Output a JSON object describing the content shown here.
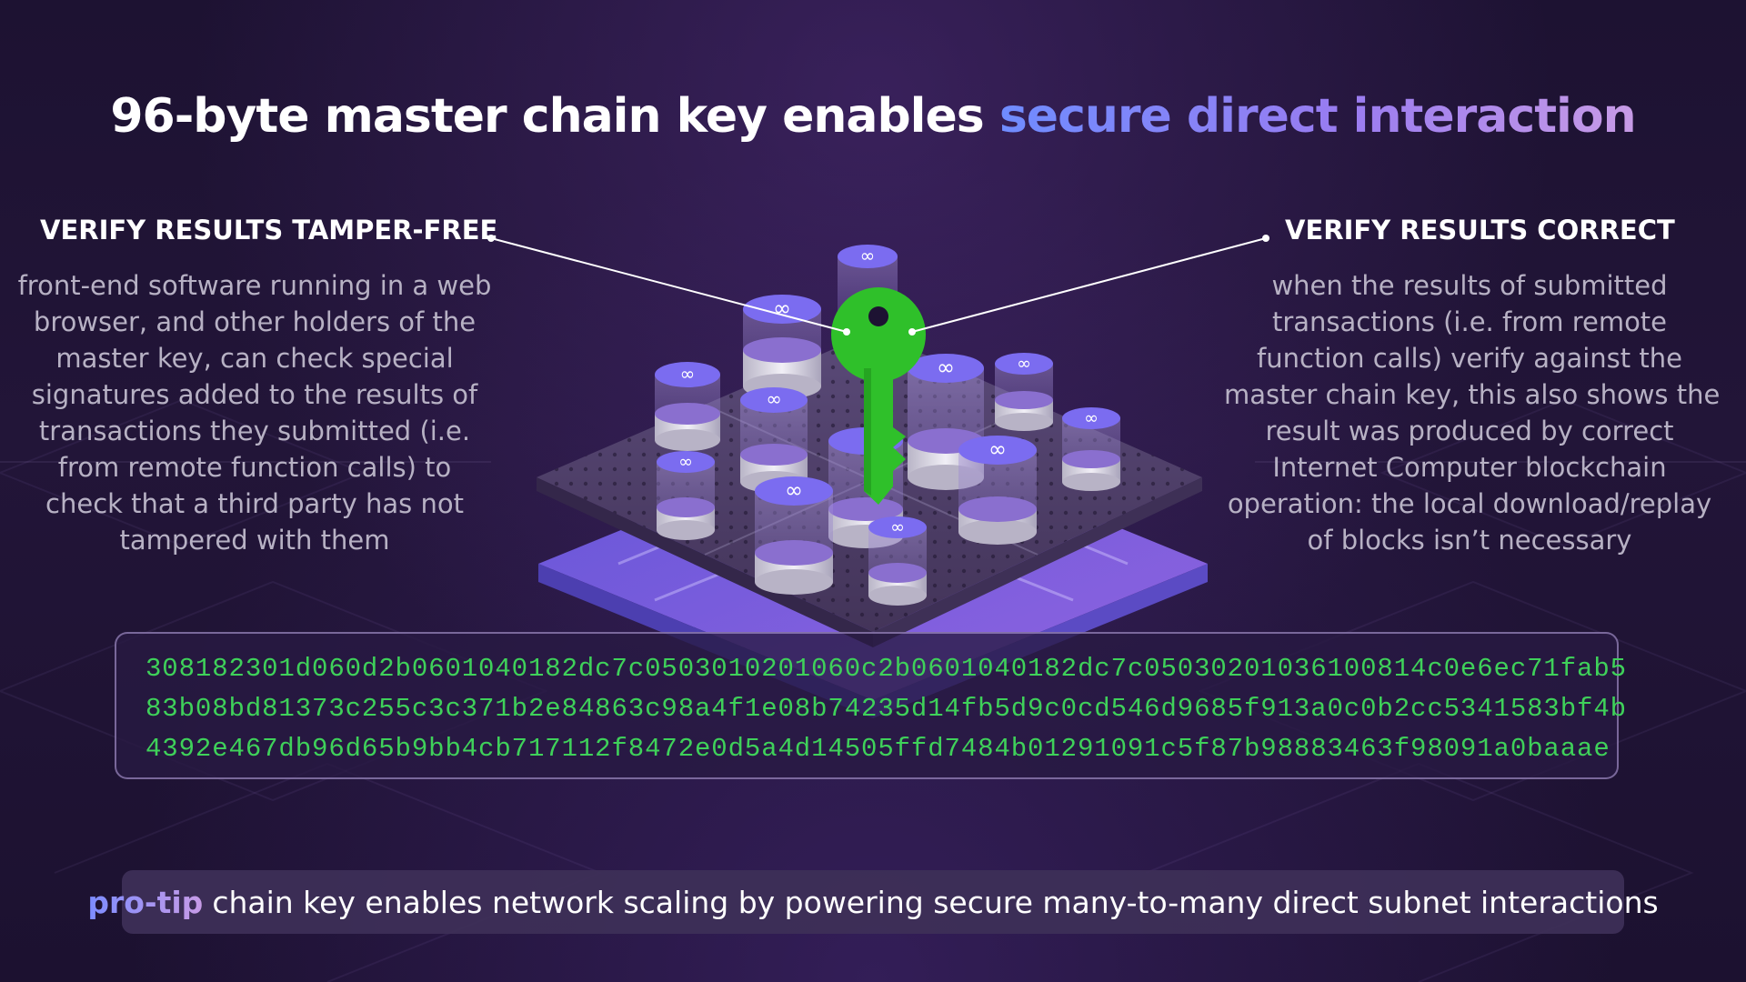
{
  "title": {
    "main": "96-byte master chain key enables",
    "accent": "secure direct interaction"
  },
  "left_panel": {
    "heading": "VERIFY RESULTS TAMPER-FREE",
    "lines": [
      "front-end software running in a web",
      "browser, and other holders of the",
      "master key, can check special",
      "signatures added to the results of",
      "transactions they submitted (i.e.",
      "from remote function calls) to",
      "check that a third party has not",
      "tampered with them"
    ]
  },
  "right_panel": {
    "heading": "VERIFY RESULTS CORRECT",
    "lines": [
      "when the results of submitted",
      "transactions (i.e. from remote",
      "function calls) verify against the",
      "master chain key, this also shows the",
      "result was produced by correct",
      "Internet Computer blockchain",
      "operation: the local download/replay",
      "of blocks isn’t necessary"
    ]
  },
  "master_key_hex": [
    "308182301d060d2b0601040182dc7c0503010201060c2b0601040182dc7c05030201036100814c0e6ec71fab5",
    "83b08bd81373c255c3c371b2e84863c98a4f1e08b74235d14fb5d9c0cd546d9685f913a0c0b2cc5341583bf4b",
    "4392e467db96d65b9bb4cb717112f8472e0d5a4d14505ffd7484b01291091c5f87b98883463f98091a0baaae"
  ],
  "protip": {
    "label": "pro-tip",
    "text": "chain key enables network scaling by powering secure many-to-many direct subnet interactions"
  },
  "colors": {
    "background": "#1d1232",
    "key_green": "#2fc02a",
    "hex_green": "#3fd15a",
    "accent_blue": "#6f8cff",
    "accent_purple": "#c79be6",
    "canister_top": "#7b6cf0"
  },
  "icons": {
    "key": "key-icon",
    "canister_symbol": "infinity-icon"
  }
}
